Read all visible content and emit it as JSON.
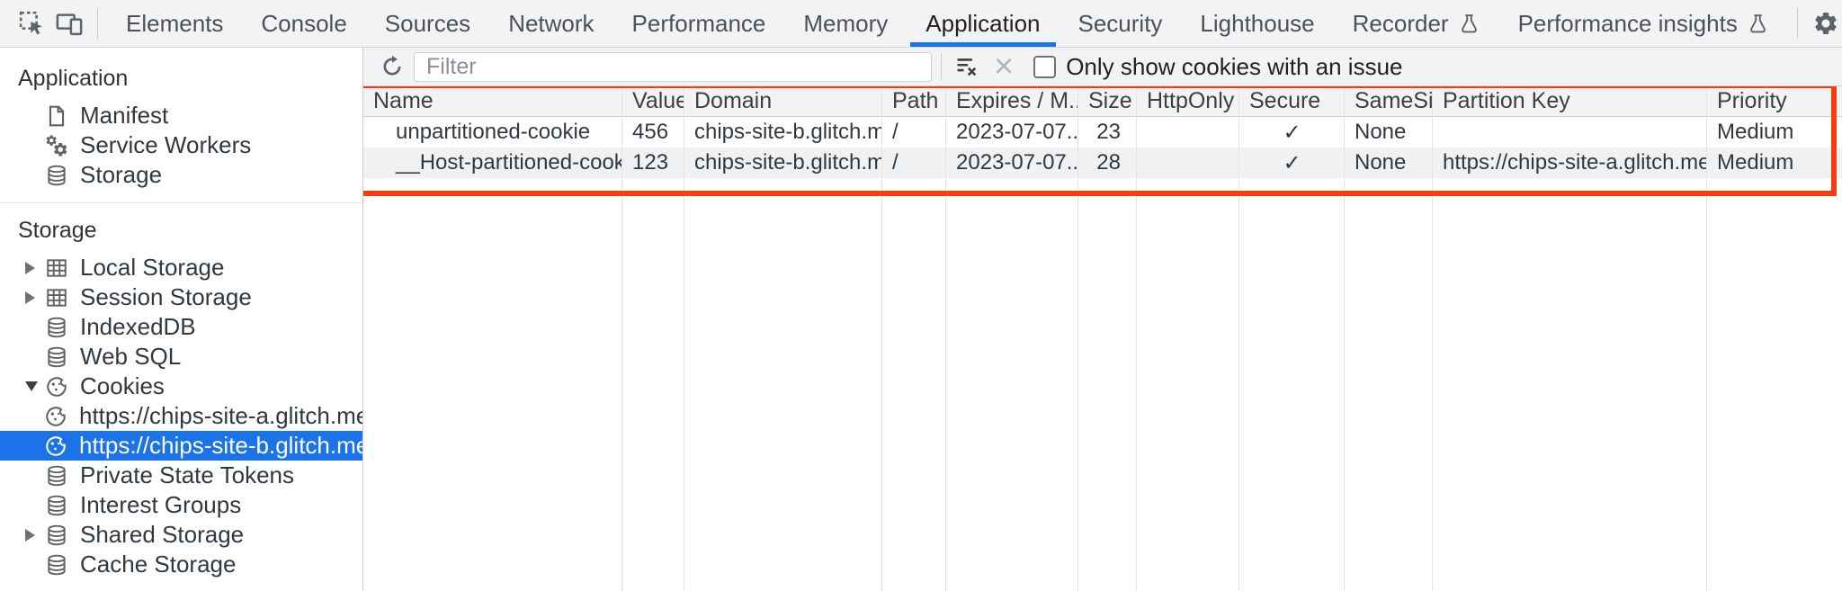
{
  "tabbar": {
    "tabs": [
      {
        "label": "Elements",
        "active": false
      },
      {
        "label": "Console",
        "active": false
      },
      {
        "label": "Sources",
        "active": false
      },
      {
        "label": "Network",
        "active": false
      },
      {
        "label": "Performance",
        "active": false
      },
      {
        "label": "Memory",
        "active": false
      },
      {
        "label": "Application",
        "active": true
      },
      {
        "label": "Security",
        "active": false
      },
      {
        "label": "Lighthouse",
        "active": false
      },
      {
        "label": "Recorder",
        "active": false,
        "experimental": true
      },
      {
        "label": "Performance insights",
        "active": false,
        "experimental": true
      }
    ],
    "active_tab": "Application",
    "icons": {
      "inspect": "inspect-cursor-icon",
      "device_toolbar": "device-toolbar-icon",
      "experimental": "flask-icon",
      "settings": "gear-icon",
      "more": "three-dot-menu-icon",
      "close": "×"
    }
  },
  "sidebar": {
    "sections": [
      {
        "title": "Application",
        "items": [
          {
            "label": "Manifest",
            "icon": "document-icon"
          },
          {
            "label": "Service Workers",
            "icon": "service-workers-gears-icon"
          },
          {
            "label": "Storage",
            "icon": "database-icon"
          }
        ]
      },
      {
        "title": "Storage",
        "items": [
          {
            "label": "Local Storage",
            "icon": "table-grid-icon",
            "disclosure": "collapsed"
          },
          {
            "label": "Session Storage",
            "icon": "table-grid-icon",
            "disclosure": "collapsed"
          },
          {
            "label": "IndexedDB",
            "icon": "database-icon"
          },
          {
            "label": "Web SQL",
            "icon": "database-icon"
          },
          {
            "label": "Cookies",
            "icon": "cookie-icon",
            "disclosure": "expanded"
          },
          {
            "label": "https://chips-site-a.glitch.me",
            "icon": "cookie-icon",
            "child": true
          },
          {
            "label": "https://chips-site-b.glitch.me",
            "icon": "cookie-icon",
            "child": true,
            "selected": true
          },
          {
            "label": "Private State Tokens",
            "icon": "database-icon"
          },
          {
            "label": "Interest Groups",
            "icon": "database-icon"
          },
          {
            "label": "Shared Storage",
            "icon": "database-icon",
            "disclosure": "collapsed"
          },
          {
            "label": "Cache Storage",
            "icon": "database-icon"
          }
        ]
      }
    ],
    "selected_item": "https://chips-site-b.glitch.me",
    "selection_color": "#1a73e8"
  },
  "cookies_pane": {
    "refresh_icon": "refresh-icon",
    "filter": {
      "placeholder": "Filter",
      "value": ""
    },
    "clear_filter_icon": "clear-filter-icon",
    "reset_icon": "×",
    "issue_checkbox": {
      "checked": false,
      "label": "Only show cookies with an issue"
    },
    "table": {
      "columns": [
        "Name",
        "Value",
        "Domain",
        "Path",
        "Expires / M...",
        "Size",
        "HttpOnly",
        "Secure",
        "SameSite",
        "Partition Key",
        "Priority"
      ],
      "rows": [
        [
          "unpartitioned-cookie",
          "456",
          "chips-site-b.glitch.me",
          "/",
          "2023-07-07...",
          "23",
          "",
          "✓",
          "None",
          "",
          "Medium"
        ],
        [
          "__Host-partitioned-cookie",
          "123",
          "chips-site-b.glitch.me",
          "/",
          "2023-07-07...",
          "28",
          "",
          "✓",
          "None",
          "https://chips-site-a.glitch.me",
          "Medium"
        ]
      ]
    },
    "annotation_highlight_color": "#fa3b12"
  }
}
